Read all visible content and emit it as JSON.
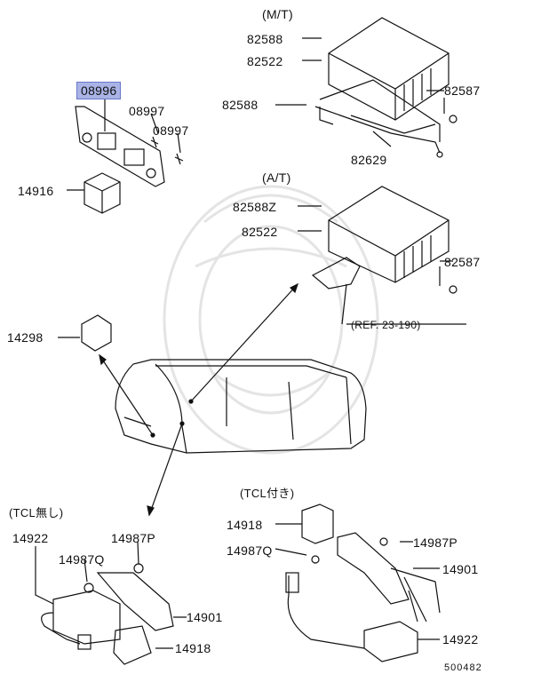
{
  "sections": {
    "mt": "(M/T)",
    "at": "(A/T)",
    "tcl_without": "(TCL無し)",
    "tcl_with": "(TCL付き)"
  },
  "reference": "(REF. 23-190)",
  "diagram_id": "500482",
  "highlighted_part": "08996",
  "parts": {
    "p08996": "08996",
    "p08997a": "08997",
    "p08997b": "08997",
    "p14916": "14916",
    "p82588a": "82588",
    "p82522a": "82522",
    "p82588b": "82588",
    "p82587a": "82587",
    "p82629": "82629",
    "p82588z": "82588Z",
    "p82522b": "82522",
    "p82587b": "82587",
    "p14298": "14298",
    "p14922a": "14922",
    "p14987qa": "14987Q",
    "p14987pa": "14987P",
    "p14901a": "14901",
    "p14918a": "14918",
    "p14918b": "14918",
    "p14987qb": "14987Q",
    "p14987pb": "14987P",
    "p14901b": "14901",
    "p14922b": "14922"
  },
  "colors": {
    "highlight": "#a9b3e6",
    "line": "#111111",
    "watermark": "#e6e6e6"
  }
}
